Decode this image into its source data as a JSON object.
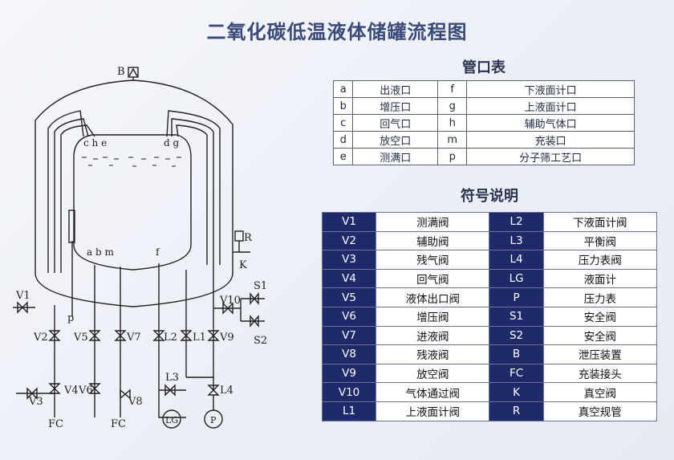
{
  "title": "二氧化碳低温液体储罐流程图",
  "ports_title": "管口表",
  "ports": [
    {
      "c1": "a",
      "n1": "出液口",
      "c2": "f",
      "n2": "下液面计口"
    },
    {
      "c1": "b",
      "n1": "增压口",
      "c2": "g",
      "n2": "上液面计口"
    },
    {
      "c1": "c",
      "n1": "回气口",
      "c2": "h",
      "n2": "辅助气体口"
    },
    {
      "c1": "d",
      "n1": "放空口",
      "c2": "m",
      "n2": "充装口"
    },
    {
      "c1": "e",
      "n1": "测满口",
      "c2": "p",
      "n2": "分子筛工艺口"
    }
  ],
  "legend_title": "符号说明",
  "legend": [
    {
      "c1": "V1",
      "n1": "测满阀",
      "c2": "L2",
      "n2": "下液面计阀"
    },
    {
      "c1": "V2",
      "n1": "辅助阀",
      "c2": "L3",
      "n2": "平衡阀"
    },
    {
      "c1": "V3",
      "n1": "残气阀",
      "c2": "L4",
      "n2": "压力表阀"
    },
    {
      "c1": "V4",
      "n1": "回气阀",
      "c2": "LG",
      "n2": "液面计"
    },
    {
      "c1": "V5",
      "n1": "液体出口阀",
      "c2": "P",
      "n2": "压力表"
    },
    {
      "c1": "V6",
      "n1": "增压阀",
      "c2": "S1",
      "n2": "安全阀"
    },
    {
      "c1": "V7",
      "n1": "进液阀",
      "c2": "S2",
      "n2": "安全阀"
    },
    {
      "c1": "V8",
      "n1": "残液阀",
      "c2": "B",
      "n2": "泄压装置"
    },
    {
      "c1": "V9",
      "n1": "放空阀",
      "c2": "FC",
      "n2": "充装接头"
    },
    {
      "c1": "V10",
      "n1": "气体通过阀",
      "c2": "K",
      "n2": "真空阀"
    },
    {
      "c1": "L1",
      "n1": "上液面计阀",
      "c2": "R",
      "n2": "真空规管"
    }
  ],
  "diagram_labels": {
    "B": "B",
    "R": "R",
    "K": "K",
    "S1": "S1",
    "S2": "S2",
    "V1": "V1",
    "V2": "V2",
    "V3": "V3",
    "V4": "V4",
    "V5": "V5",
    "V6": "V6",
    "V7": "V7",
    "V8": "V8",
    "V9": "V9",
    "V10": "V10",
    "L1": "L1",
    "L2": "L2",
    "L3": "L3",
    "L4": "L4",
    "LG": "LG",
    "P": "P",
    "p": "p",
    "FC1": "FC",
    "FC2": "FC",
    "top_ports": "c h e",
    "top_ports2": "d g",
    "bottom_ports": "a b m",
    "f": "f"
  }
}
